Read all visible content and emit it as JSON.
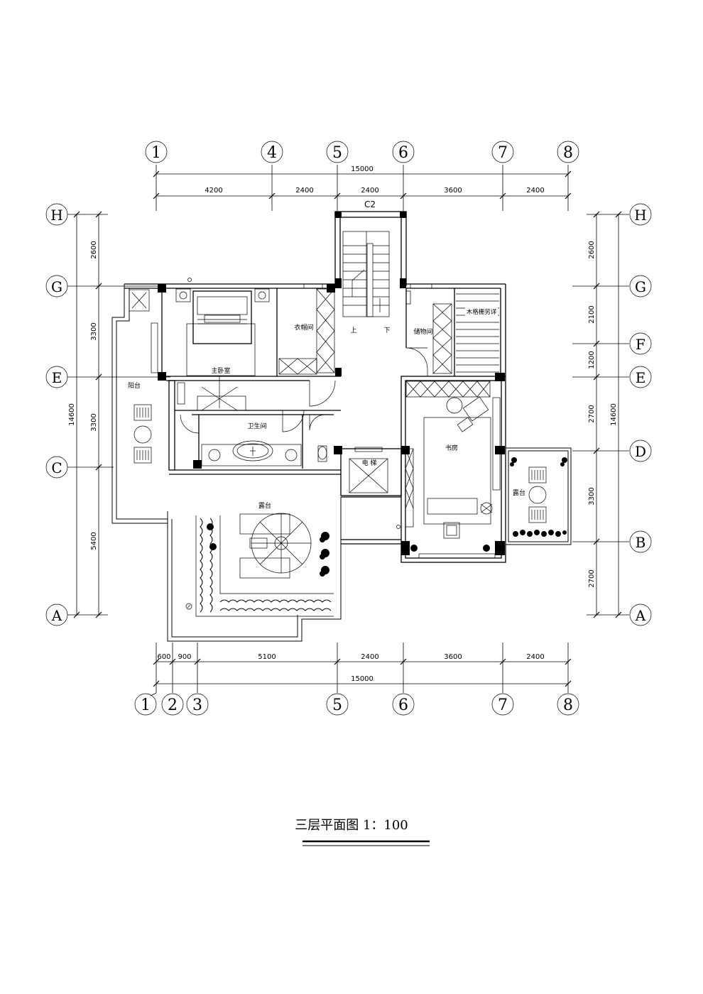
{
  "grid": {
    "top_axes": [
      "1",
      "4",
      "5",
      "6",
      "7",
      "8"
    ],
    "bottom_axes": [
      "1",
      "2",
      "3",
      "5",
      "6",
      "7",
      "8"
    ],
    "left_axes": [
      "H",
      "G",
      "E",
      "C",
      "A"
    ],
    "right_axes": [
      "H",
      "G",
      "F",
      "E",
      "D",
      "B",
      "A"
    ]
  },
  "dimensions": {
    "top_total": "15000",
    "top_segments": [
      "4200",
      "2400",
      "2400",
      "3600",
      "2400"
    ],
    "bottom_segments": [
      "600",
      "900",
      "5100",
      "2400",
      "3600",
      "2400"
    ],
    "bottom_total": "15000",
    "left_segments": [
      "2600",
      "3300",
      "3300",
      "5400"
    ],
    "left_total": "14600",
    "right_segments": [
      "2600",
      "2100",
      "1200",
      "2700",
      "3300",
      "2700"
    ],
    "right_total": "14600",
    "window_tag": "C2"
  },
  "rooms": {
    "master_bedroom": "主卧室",
    "closet": "衣帽间",
    "storage": "储物间",
    "wood_grille_note": "木格栅另详",
    "bathroom": "卫生间",
    "balcony": "阳台",
    "study": "书房",
    "elevator": "电 梯",
    "terrace_left": "露台",
    "terrace_right": "露台",
    "stair_up": "上",
    "stair_down": "下"
  },
  "title": "三层平面图 1：100"
}
